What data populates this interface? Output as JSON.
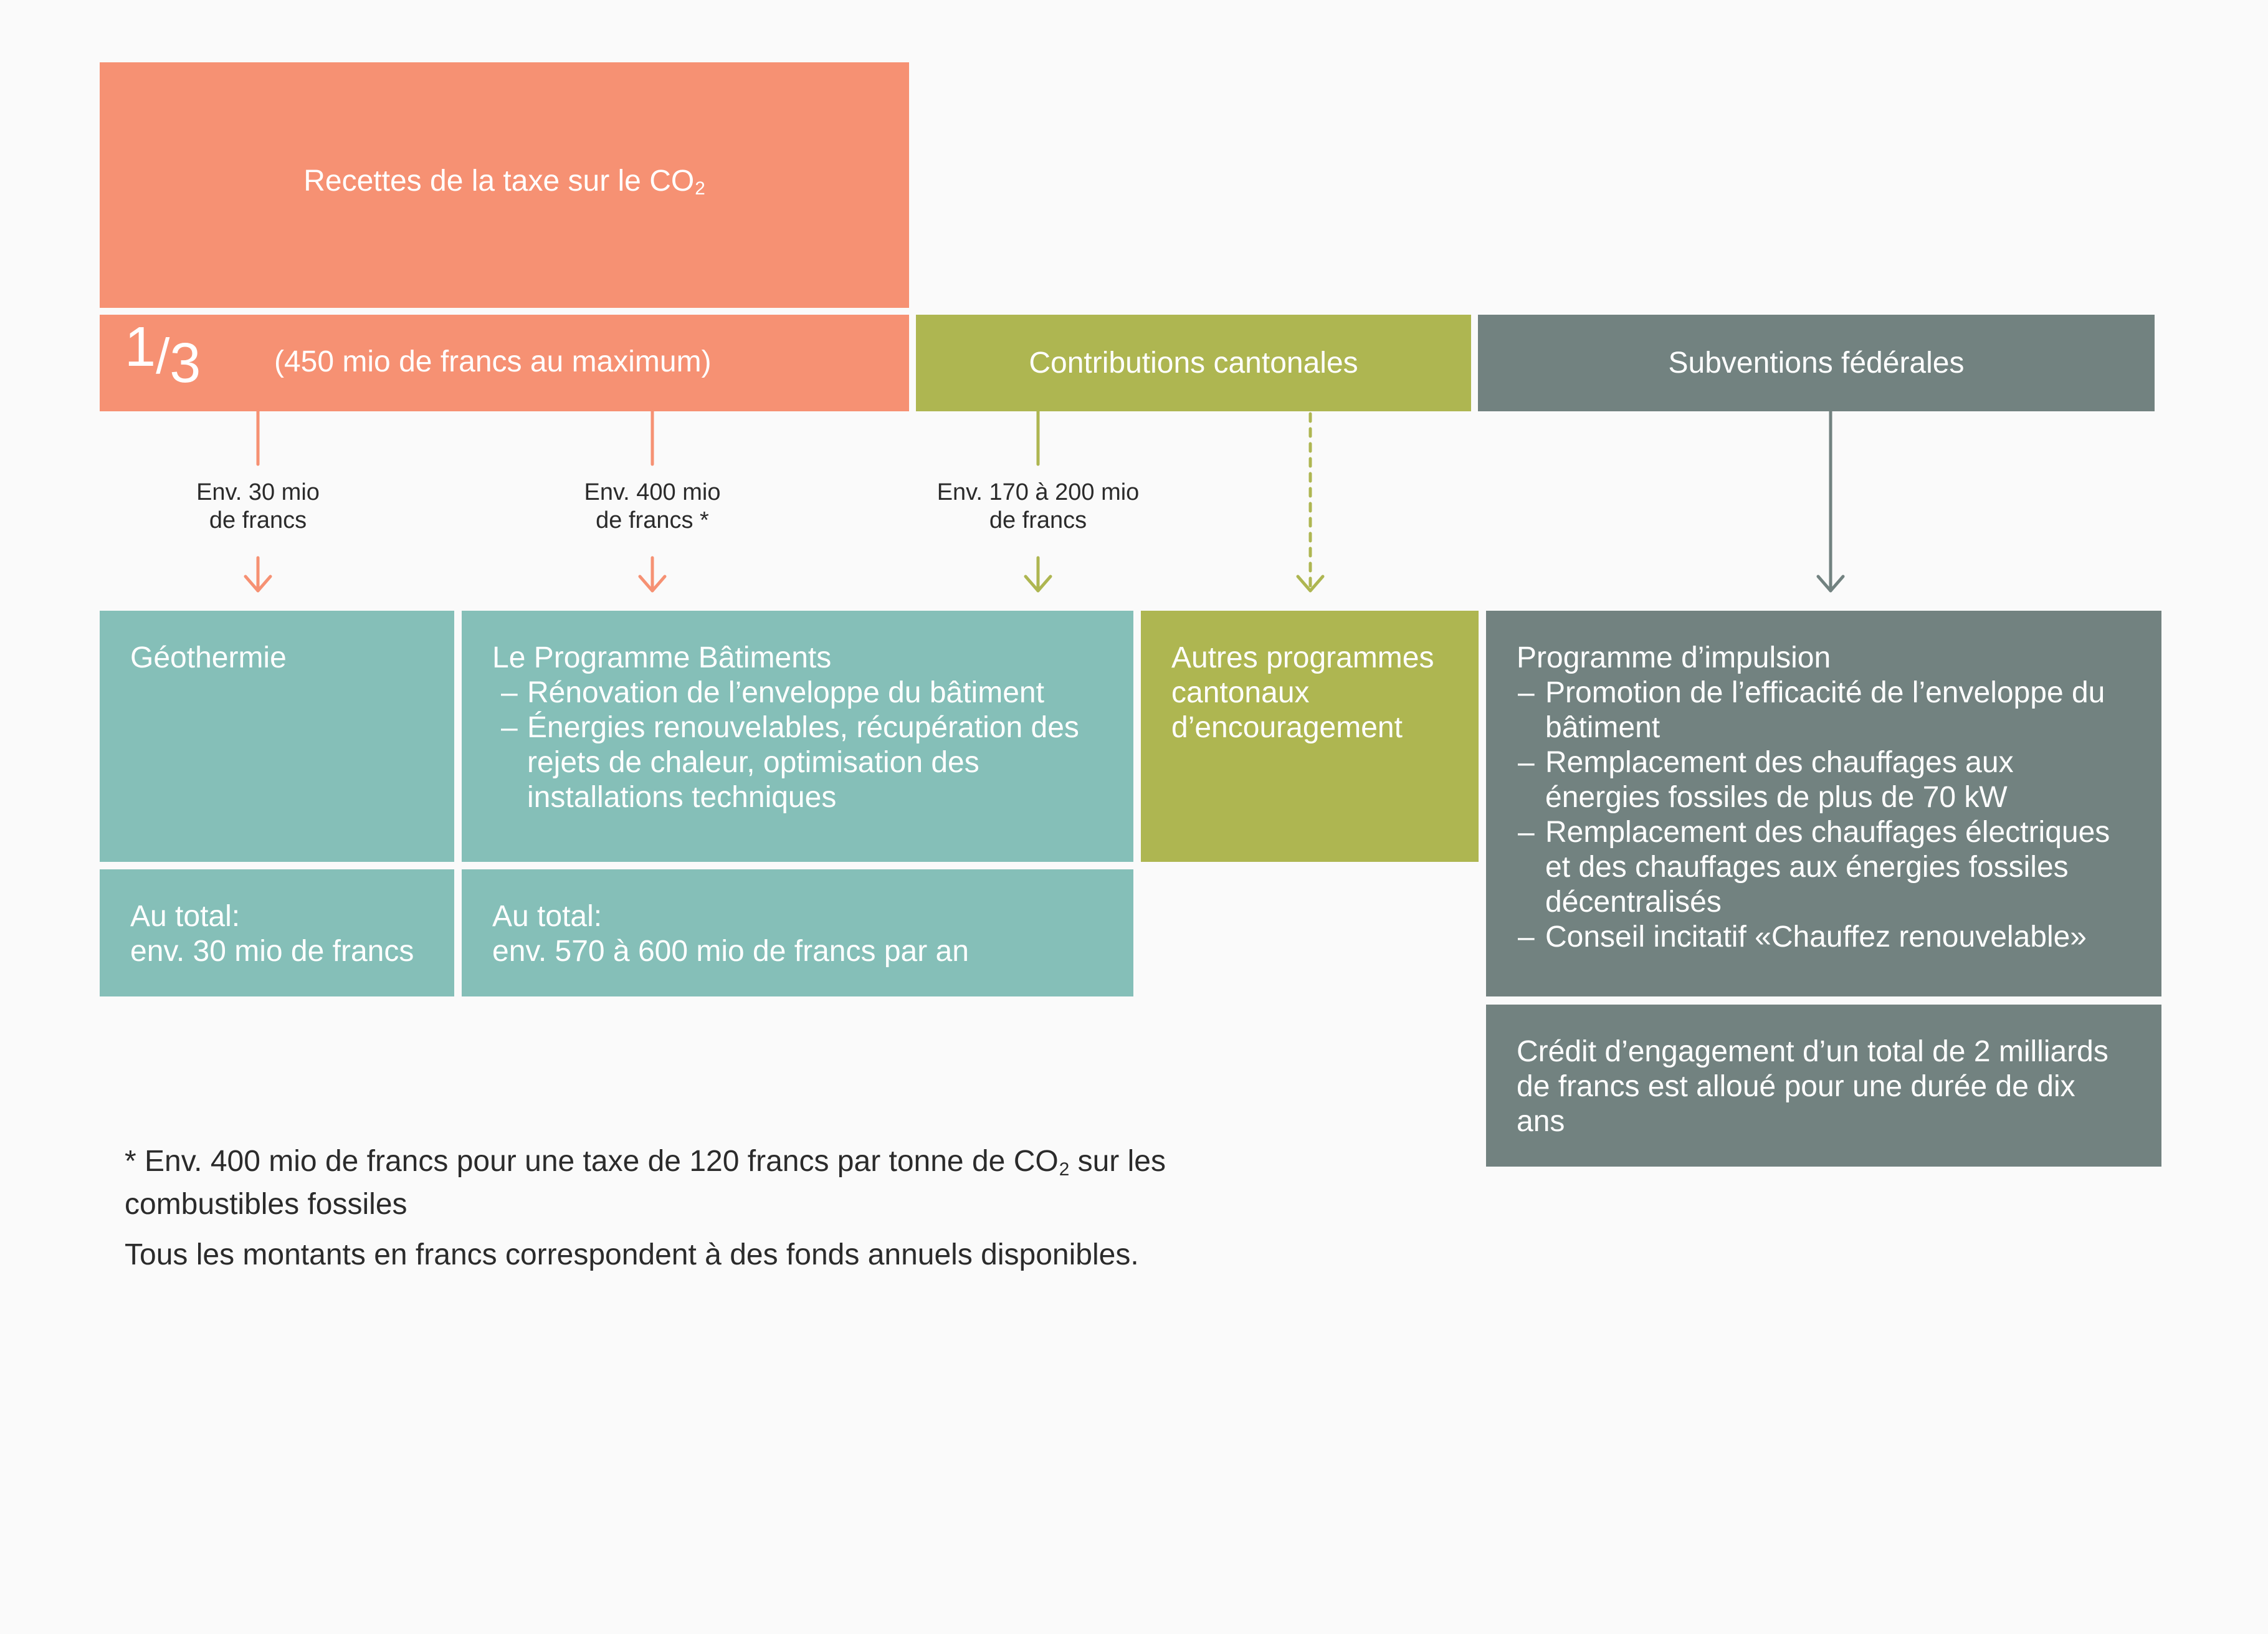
{
  "top": {
    "title": "Recettes de la taxe sur le CO",
    "title_sub": "2",
    "share": {
      "num": "1",
      "slash": "/",
      "den": "3",
      "text": "(450 mio de francs au maximum)"
    },
    "cantonal": "Contributions cantonales",
    "federal": "Subventions fédérales"
  },
  "flows": [
    {
      "l1": "Env. 30 mio",
      "l2": "de francs"
    },
    {
      "l1": "Env. 400 mio",
      "l2": "de francs *"
    },
    {
      "l1": "Env. 170 à 200 mio",
      "l2": "de francs"
    }
  ],
  "boxes": {
    "geothermie": {
      "title": "Géothermie",
      "total_label": "Au total:",
      "total_value": "env. 30 mio de francs"
    },
    "batiments": {
      "title": "Le Programme Bâtiments",
      "items": [
        "Rénovation de l’enveloppe du bâtiment",
        "Énergies renouvelables, récupération des rejets de chaleur, optimisation des installations techniques"
      ],
      "total_label": "Au total:",
      "total_value": "env. 570 à 600 mio de francs par an"
    },
    "autres": {
      "title": "Autres programmes cantonaux d’encouragement"
    },
    "impulsion": {
      "title": "Programme d’impulsion",
      "items": [
        "Promotion de l’efficacité de l’enveloppe du bâtiment",
        "Remplacement des chauffages aux énergies fossiles de plus de 70 kW",
        "Remplacement des chauffages électriques et des chauffages aux énergies fossiles décentralisés",
        "Conseil incitatif «Chauffez renouvelable»"
      ],
      "credit": "Crédit d’engagement d’un total de 2 milliards de francs est alloué pour une durée de dix ans"
    }
  },
  "notes": {
    "footnote_a": "* Env. 400 mio de francs pour une taxe de 120 francs par tonne de CO",
    "footnote_sub": "2",
    "footnote_b": " sur les combustibles fossiles",
    "general": "Tous les montants en francs correspondent à des fonds annuels disponibles."
  },
  "colors": {
    "salmon": "#f69173",
    "olive": "#aeb651",
    "slate": "#728280",
    "teal": "#85bfb8",
    "background": "#fafafa"
  }
}
